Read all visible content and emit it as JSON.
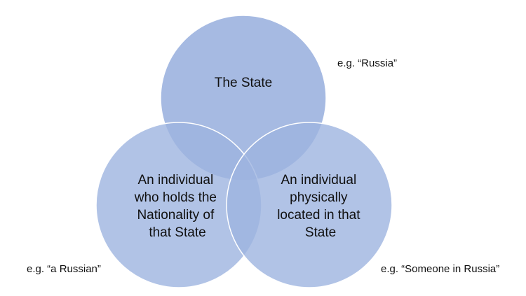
{
  "colors": {
    "background": "#ffffff",
    "circle_fill": "#9eb4e0",
    "circle_stroke": "#ffffff",
    "text": "#111111"
  },
  "sets": [
    {
      "id": "state",
      "lines": [
        "The State"
      ],
      "example": "e.g. “Russia”"
    },
    {
      "id": "nationality",
      "lines": [
        "An individual",
        "who holds the",
        "Nationality of",
        "that State"
      ],
      "example": "e.g. “a Russian”"
    },
    {
      "id": "location",
      "lines": [
        "An individual",
        "physically",
        "located in that",
        "State"
      ],
      "example": "e.g. “Someone in Russia”"
    }
  ]
}
